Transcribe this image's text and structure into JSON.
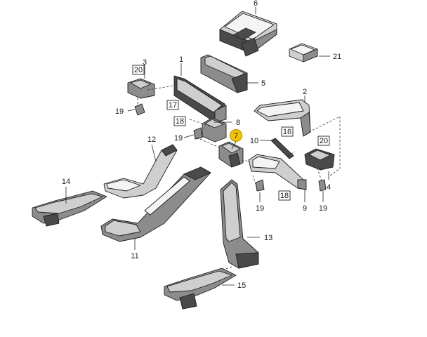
{
  "labels": {
    "n1": "1",
    "n2": "2",
    "n3": "3",
    "n4": "4",
    "n5": "5",
    "n6": "6",
    "n7": "7",
    "n8": "8",
    "n9": "9",
    "n10": "10",
    "n11": "11",
    "n12": "12",
    "n13": "13",
    "n14": "14",
    "n15": "15",
    "n16": "16",
    "n17": "17",
    "n18a": "18",
    "n18b": "18",
    "n19a": "19",
    "n19b": "19",
    "n19c": "19",
    "n19d": "19",
    "n20a": "20",
    "n20b": "20",
    "n21": "21"
  },
  "colors": {
    "highlight": "#f2c200",
    "highlight_stroke": "#b38f00"
  }
}
